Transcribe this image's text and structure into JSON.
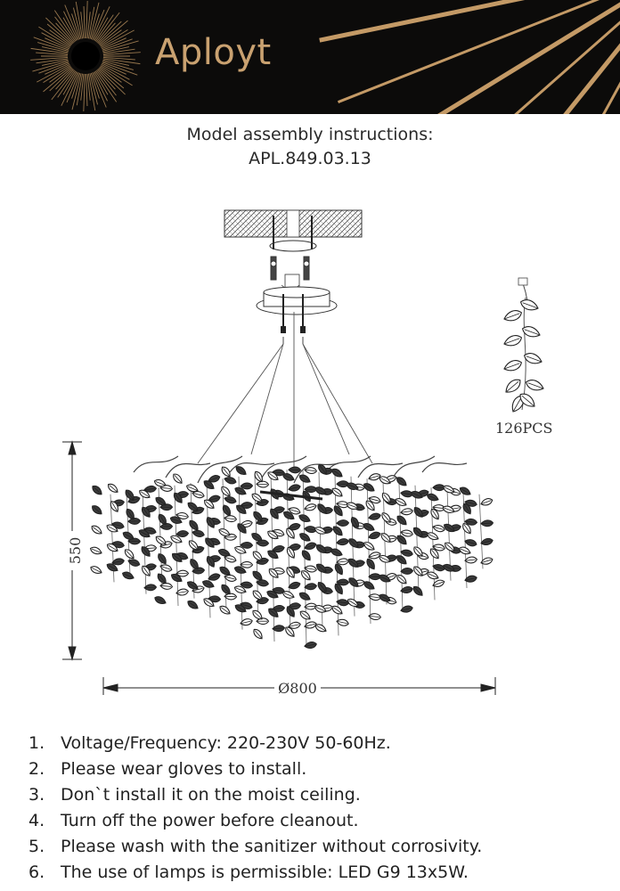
{
  "brand": {
    "name": "Aployt",
    "accent_color": "#c9a170",
    "logo_icon": "sunburst-icon"
  },
  "title": {
    "line1": "Model assembly instructions:",
    "line2": "APL.849.03.13"
  },
  "drawing": {
    "product_icon": "chandelier-drawing",
    "part_icon": "leaf-strand-icon",
    "part_count_label": "126PCS",
    "height_label": "550",
    "diameter_label": "Ø800"
  },
  "instructions": [
    {
      "num": "1.",
      "text": "Voltage/Frequency: 220-230V 50-60Hz."
    },
    {
      "num": "2.",
      "text": "Please wear gloves to install."
    },
    {
      "num": "3.",
      "text": "Don`t install it on the moist ceiling."
    },
    {
      "num": "4.",
      "text": "Turn off the power before cleanout."
    },
    {
      "num": "5.",
      "text": "Please wash with the sanitizer without corrosivity."
    },
    {
      "num": "6.",
      "text": "The use of lamps is permissible: LED G9 13x5W."
    }
  ]
}
